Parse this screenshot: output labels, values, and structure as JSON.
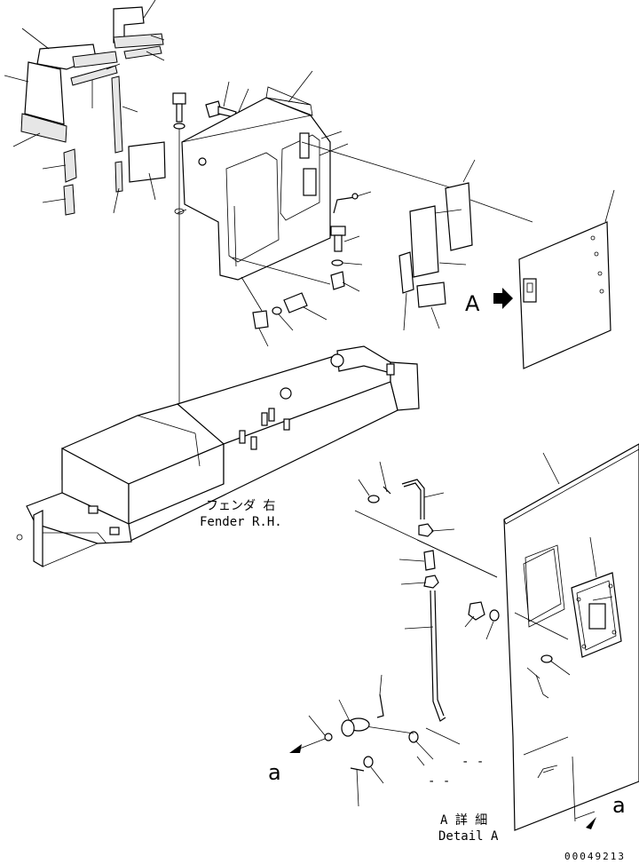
{
  "labels": {
    "fender_jp": "フェンダ 右",
    "fender_en": "Fender R.H.",
    "view_a": "A",
    "detail_jp": "A 詳 細",
    "detail_en": "Detail A",
    "arrow_a1": "a",
    "arrow_a2": "a",
    "drawing_number": "00049213"
  }
}
